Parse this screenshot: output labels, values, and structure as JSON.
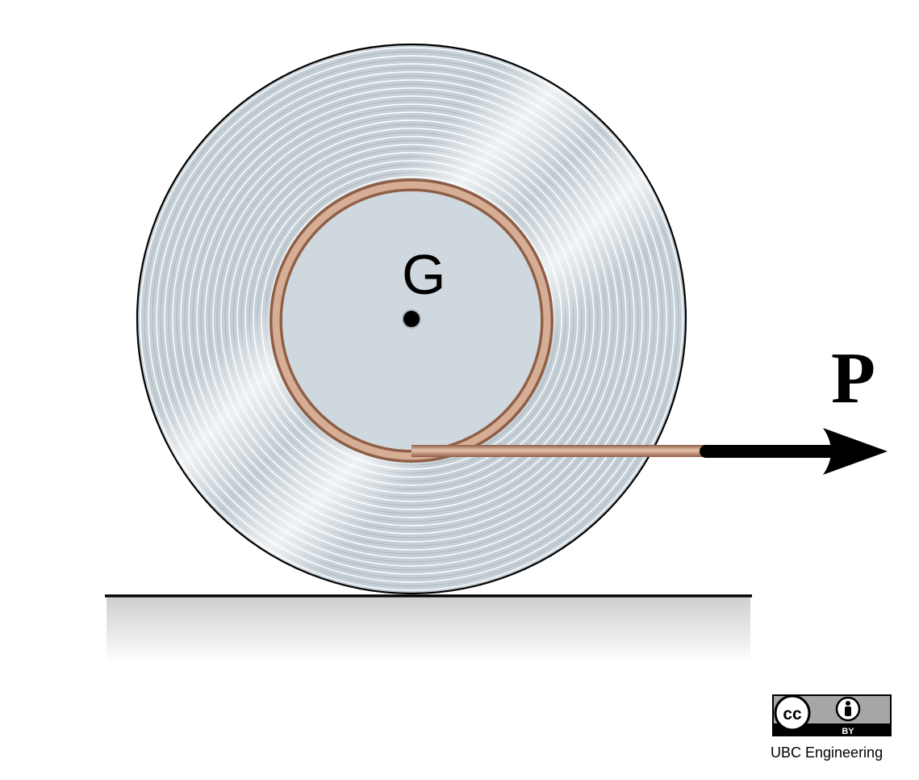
{
  "diagram": {
    "center_label": "G",
    "force_label": "P"
  },
  "license": {
    "cc_mark": "cc",
    "by_label": "BY",
    "credit": "UBC Engineering",
    "person_icon": "person-icon"
  },
  "colors": {
    "disk_outer": "#c9d3da",
    "disk_inner_hub": "#cfd8de",
    "groove_light": "#ffffff",
    "rope": "#c6957a",
    "rope_dark": "#8e5f46",
    "arrow": "#000000",
    "ground": "#000000",
    "badge_gray": "#a6a6a6"
  }
}
